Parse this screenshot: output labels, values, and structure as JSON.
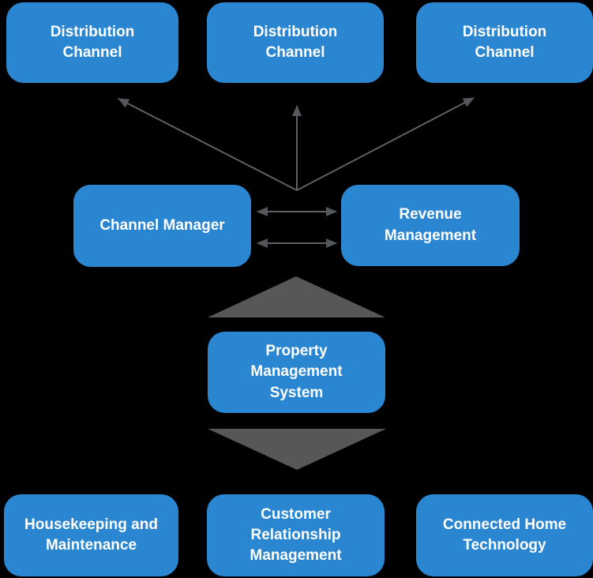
{
  "colors": {
    "background": "#000000",
    "node_fill": "#2b86d1",
    "node_text": "#ffffff",
    "connector_line": "#5d6166",
    "arrowhead": "#54585c",
    "triangle": "#575757"
  },
  "nodes": {
    "distribution_channel_1": {
      "label": "Distribution Channel"
    },
    "distribution_channel_2": {
      "label": "Distribution Channel"
    },
    "distribution_channel_3": {
      "label": "Distribution Channel"
    },
    "channel_manager": {
      "label": "Channel Manager"
    },
    "revenue_management": {
      "label": "Revenue Management"
    },
    "property_management_system": {
      "label": "Property Management System"
    },
    "housekeeping_and_maintenance": {
      "label": "Housekeeping and Maintenance"
    },
    "customer_relationship_management": {
      "label": "Customer Relationship Management"
    },
    "connected_home_technology": {
      "label": "Connected Home Technology"
    }
  }
}
